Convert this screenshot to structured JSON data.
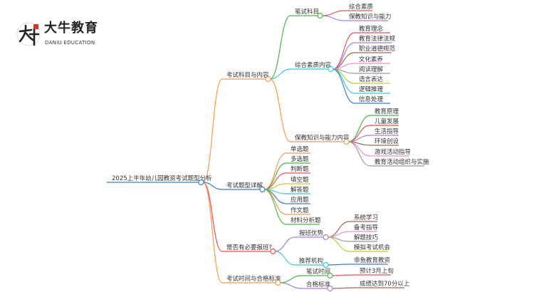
{
  "logo": {
    "mark_text": "大牛",
    "name": "大牛教育",
    "sub": "DANIU EDUCATION",
    "accent": "#d9322b"
  },
  "root": {
    "text": "2025上半年幼儿园教资考试题型分析",
    "color": "#3a7fc1"
  },
  "nodes": [
    {
      "id": "a",
      "parent": "root",
      "text": "考试科目与内容",
      "color": "#f59a46"
    },
    {
      "id": "a1",
      "parent": "a",
      "text": "笔试科目",
      "color": "#4db34d"
    },
    {
      "id": "a1a",
      "parent": "a1",
      "text": "综合素质",
      "color": "#e05555"
    },
    {
      "id": "a1b",
      "parent": "a1",
      "text": "保教知识与能力",
      "color": "#a77fd6"
    },
    {
      "id": "a2",
      "parent": "a",
      "text": "综合素质内容",
      "color": "#3cc8dc"
    },
    {
      "id": "a2a",
      "parent": "a2",
      "text": "教育理念",
      "color": "#e05555"
    },
    {
      "id": "a2b",
      "parent": "a2",
      "text": "教育法律法规",
      "color": "#a77fd6"
    },
    {
      "id": "a2c",
      "parent": "a2",
      "text": "职业道德规范",
      "color": "#9a6b5a"
    },
    {
      "id": "a2d",
      "parent": "a2",
      "text": "文化素养",
      "color": "#ec8fd0"
    },
    {
      "id": "a2e",
      "parent": "a2",
      "text": "阅读理解",
      "color": "#999999"
    },
    {
      "id": "a2f",
      "parent": "a2",
      "text": "语言表达",
      "color": "#c8c83a"
    },
    {
      "id": "a2g",
      "parent": "a2",
      "text": "逻辑推理",
      "color": "#3cc8dc"
    },
    {
      "id": "a2h",
      "parent": "a2",
      "text": "信息处理",
      "color": "#3a7fc1"
    },
    {
      "id": "a3",
      "parent": "a",
      "text": "保教知识与能力内容",
      "color": "#f59a46"
    },
    {
      "id": "a3a",
      "parent": "a3",
      "text": "教育原理",
      "color": "#4db34d"
    },
    {
      "id": "a3b",
      "parent": "a3",
      "text": "儿童发展",
      "color": "#e05555"
    },
    {
      "id": "a3c",
      "parent": "a3",
      "text": "生活指导",
      "color": "#a77fd6"
    },
    {
      "id": "a3d",
      "parent": "a3",
      "text": "环境创设",
      "color": "#9a6b5a"
    },
    {
      "id": "a3e",
      "parent": "a3",
      "text": "游戏活动指导",
      "color": "#ec8fd0"
    },
    {
      "id": "a3f",
      "parent": "a3",
      "text": "教育活动组织与实施",
      "color": "#999999"
    },
    {
      "id": "b",
      "parent": "root",
      "text": "考试题型详解",
      "color": "#3a7fc1"
    },
    {
      "id": "b1",
      "parent": "b",
      "text": "单选题",
      "color": "#f59a46"
    },
    {
      "id": "b2",
      "parent": "b",
      "text": "多选题",
      "color": "#4db34d"
    },
    {
      "id": "b3",
      "parent": "b",
      "text": "判断题",
      "color": "#e05555"
    },
    {
      "id": "b4",
      "parent": "b",
      "text": "填空题",
      "color": "#c8c83a"
    },
    {
      "id": "b5",
      "parent": "b",
      "text": "解答题",
      "color": "#3cc8dc"
    },
    {
      "id": "b6",
      "parent": "b",
      "text": "应用题",
      "color": "#3a7fc1"
    },
    {
      "id": "b7",
      "parent": "b",
      "text": "作文题",
      "color": "#f59a46"
    },
    {
      "id": "b8",
      "parent": "b",
      "text": "材料分析题",
      "color": "#4db34d"
    },
    {
      "id": "c",
      "parent": "root",
      "text": "是否有必要报班?",
      "color": "#e05555"
    },
    {
      "id": "c1",
      "parent": "c",
      "text": "报班优势",
      "color": "#a77fd6"
    },
    {
      "id": "c1a",
      "parent": "c1",
      "text": "系统学习",
      "color": "#9a6b5a"
    },
    {
      "id": "c1b",
      "parent": "c1",
      "text": "备考指导",
      "color": "#ec8fd0"
    },
    {
      "id": "c1c",
      "parent": "c1",
      "text": "解题技巧",
      "color": "#999999"
    },
    {
      "id": "c1d",
      "parent": "c1",
      "text": "模拟考试机会",
      "color": "#c8c83a"
    },
    {
      "id": "c2",
      "parent": "c",
      "text": "推荐机构",
      "color": "#3cc8dc"
    },
    {
      "id": "c2a",
      "parent": "c2",
      "text": "非鱼教育教资",
      "color": "#3a7fc1"
    },
    {
      "id": "d",
      "parent": "root",
      "text": "考试时间与合格标准",
      "color": "#f59a46"
    },
    {
      "id": "d1",
      "parent": "d",
      "text": "笔试时间",
      "color": "#4db34d"
    },
    {
      "id": "d1a",
      "parent": "d1",
      "text": "预计3月上旬",
      "color": "#e05555"
    },
    {
      "id": "d2",
      "parent": "d",
      "text": "合格标准",
      "color": "#a77fd6"
    },
    {
      "id": "d2a",
      "parent": "d2",
      "text": "成绩达到70分以上",
      "color": "#9a6b5a"
    }
  ]
}
